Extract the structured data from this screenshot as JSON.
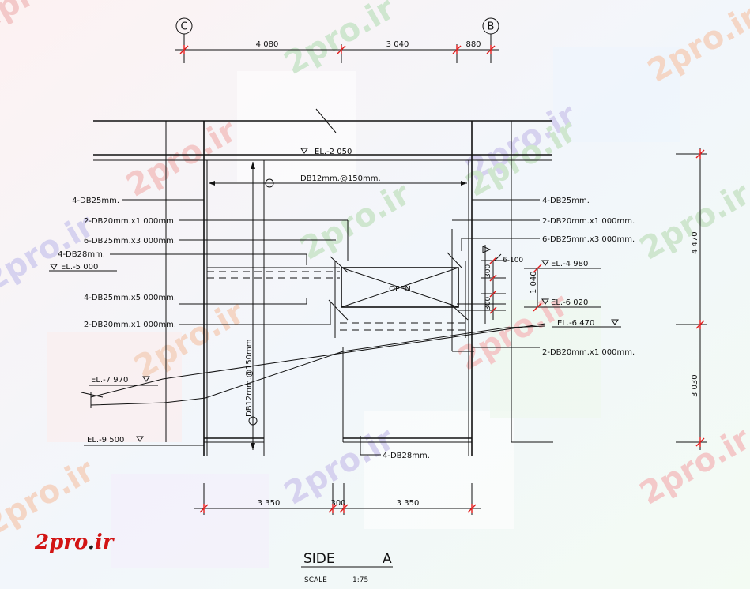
{
  "watermark": {
    "text": "2pro.ir",
    "colors": [
      "#f3c9c9",
      "#cfe6cf",
      "#d6d2ef",
      "#f4d6c6"
    ]
  },
  "logo": {
    "prefix": "2pro",
    "dot": ".",
    "suffix": "ir",
    "color": "#d21414"
  },
  "grid": {
    "left": "C",
    "right": "B"
  },
  "top_dims": [
    "4 080",
    "3 040",
    "880"
  ],
  "bottom_dims": [
    "3 350",
    "300",
    "3 350"
  ],
  "right_dims": [
    "4 470",
    "3 030",
    "1 040",
    "300",
    "300",
    "6-100"
  ],
  "elevations": {
    "e2050": "EL.-2 050",
    "e5000": "EL.-5 000",
    "e4980": "EL.-4 980",
    "e6020": "EL.-6 020",
    "e6470": "EL.-6 470",
    "e7970": "EL.-7 970",
    "e9500": "EL.-9 500"
  },
  "labels": {
    "db12_h": "DB12mm.@150mm.",
    "db12_v": "DB12mm.@150mm",
    "open": "OPEN",
    "L1": "4-DB25mm.",
    "L2": "2-DB20mm.x1  000mm.",
    "L3": "6-DB25mm.x3  000mm.",
    "L4": "4-DB28mm.",
    "L5": "4-DB25mm.x5  000mm.",
    "L6": "2-DB20mm.x1  000mm.",
    "R1": "4-DB25mm.",
    "R2": "2-DB20mm.x1  000mm.",
    "R3": "6-DB25mm.x3  000mm.",
    "R4": "2-DB20mm.x1  000mm.",
    "B1": "4-DB28mm."
  },
  "title": {
    "main": "SIDE",
    "letter": "A",
    "scale_label": "SCALE",
    "scale_value": "1:75"
  }
}
